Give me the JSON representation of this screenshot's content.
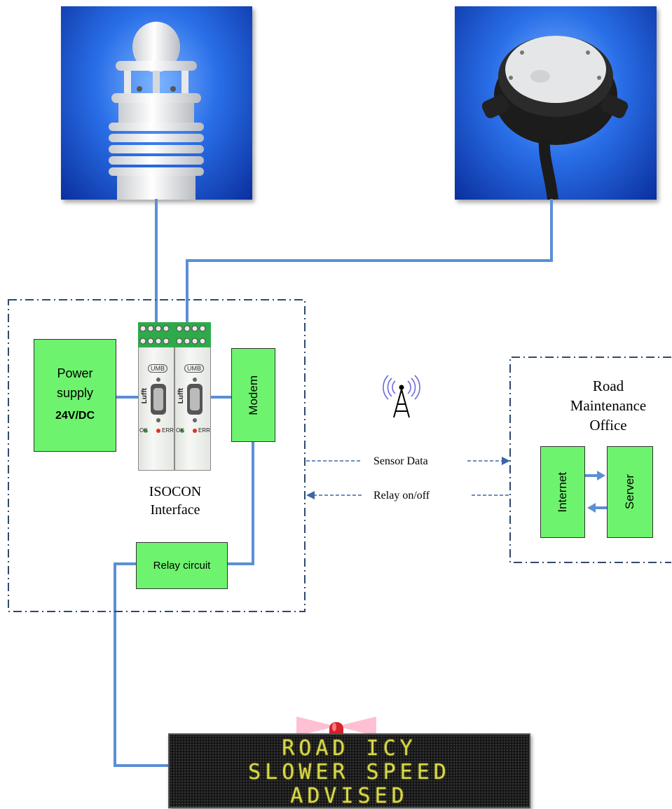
{
  "power_supply": {
    "title": "Power supply",
    "voltage": "24V/DC"
  },
  "modem_label": "Modem",
  "isocon": {
    "line1": "ISOCON",
    "line2": "Interface",
    "brand": "Lufft",
    "port_label": "UMB",
    "ok_label": "OK",
    "err_label": "ERR"
  },
  "relay_label": "Relay circuit",
  "office": {
    "line1": "Road",
    "line2": "Maintenance",
    "line3": "Office"
  },
  "internet_label": "Internet",
  "server_label": "Server",
  "links": {
    "sensor_data": "Sensor Data",
    "relay_onoff": "Relay on/off"
  },
  "sign": {
    "line1": "ROAD ICY",
    "line2": "SLOWER SPEED",
    "line3": "ADVISED"
  },
  "colors": {
    "connector": "#5b8fd6",
    "box_fill": "#6ef36e",
    "frame": "#2f4a6b",
    "led_text": "#d8d84a",
    "photo_bg": "#1b57d6"
  },
  "icons": [
    "weather-sensor-photo",
    "road-sensor-photo",
    "radio-tower-icon",
    "beacon-icon"
  ]
}
